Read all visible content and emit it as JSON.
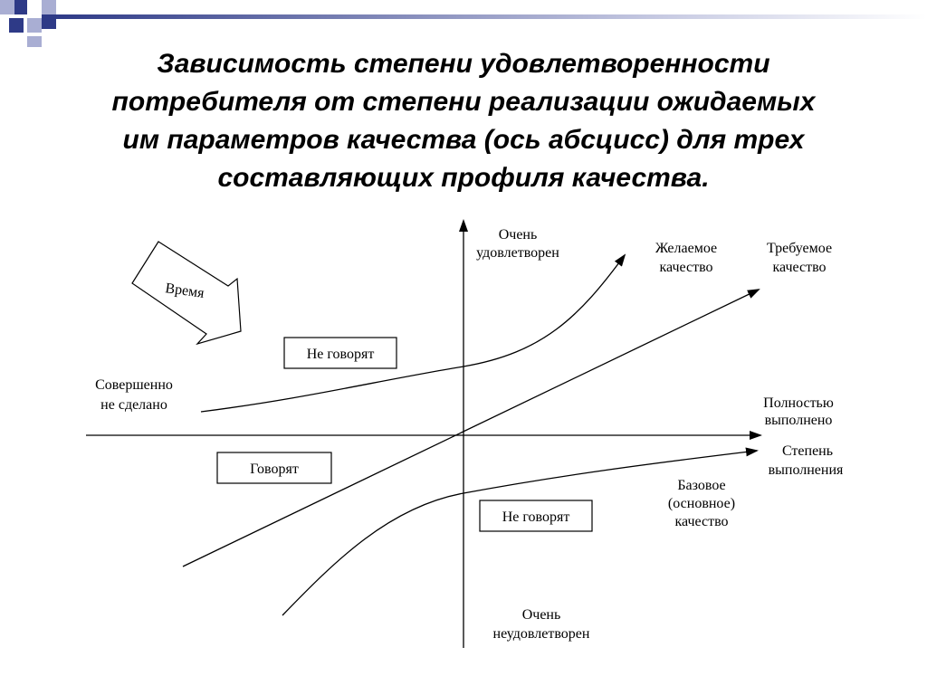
{
  "slide": {
    "title_lines": [
      "Зависимость степени удовлетворенности",
      "потребителя от степени реализации ожидаемых",
      "им параметров качества (ось абсцисс)  для трех",
      "составляющих профиля качества."
    ]
  },
  "diagram": {
    "y_axis_top": [
      "Очень",
      "удовлетворен"
    ],
    "y_axis_bottom": [
      "Очень",
      "неудовлетворен"
    ],
    "x_axis_left": [
      "Совершенно",
      "не сделано"
    ],
    "x_axis_right_top": [
      "Полностью",
      "выполнено"
    ],
    "x_axis_right_bottom": [
      "Степень",
      "выполнения"
    ],
    "desired_quality": [
      "Желаемое",
      "качество"
    ],
    "required_quality": [
      "Требуемое",
      "качество"
    ],
    "basic_quality": [
      "Базовое",
      "(основное)",
      "качество"
    ],
    "time_label": "Время",
    "box_upper_not_said": "Не говорят",
    "box_said": "Говорят",
    "box_lower_not_said": "Не говорят"
  },
  "colors": {
    "deco_dark": "#2e3a87",
    "deco_light": "#a9aed3",
    "line": "#000000"
  }
}
